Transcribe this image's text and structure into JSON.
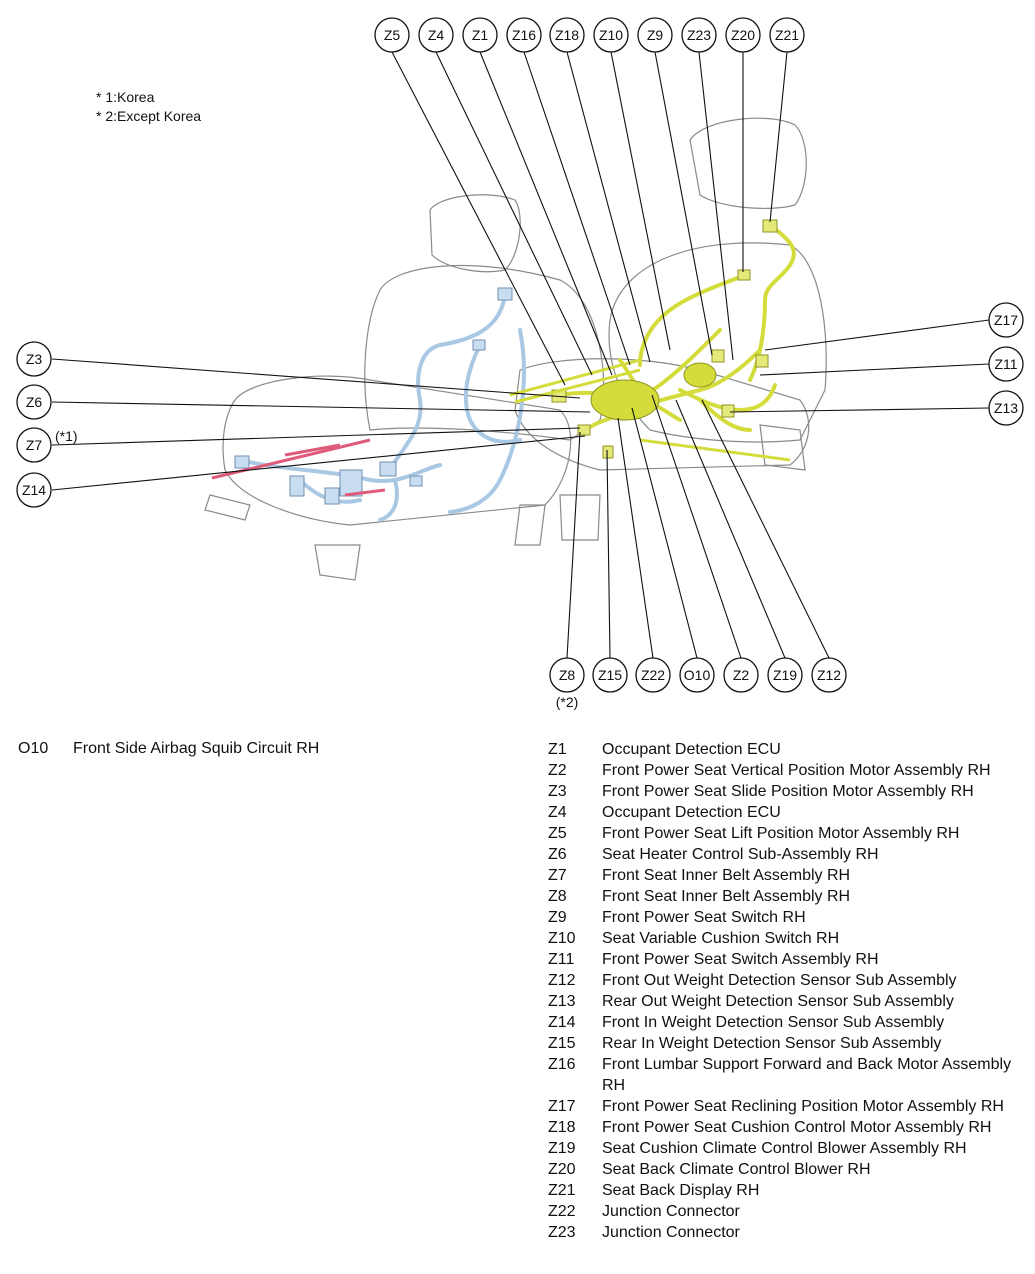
{
  "notes": [
    "* 1:Korea",
    "* 2:Except Korea"
  ],
  "callouts": {
    "Z5": "Z5",
    "Z4": "Z4",
    "Z1": "Z1",
    "Z16": "Z16",
    "Z18": "Z18",
    "Z10": "Z10",
    "Z9": "Z9",
    "Z23": "Z23",
    "Z20": "Z20",
    "Z21": "Z21",
    "Z3": "Z3",
    "Z6": "Z6",
    "Z7": "Z7",
    "Z14": "Z14",
    "Z17": "Z17",
    "Z11": "Z11",
    "Z13": "Z13",
    "Z8": "Z8",
    "Z15": "Z15",
    "Z22": "Z22",
    "O10": "O10",
    "Z2": "Z2",
    "Z19": "Z19",
    "Z12": "Z12"
  },
  "callout_notes": {
    "Z7": "(*1)",
    "Z8": "(*2)"
  },
  "legend_left": [
    {
      "code": "O10",
      "desc": "Front Side Airbag Squib Circuit RH"
    }
  ],
  "legend_right": [
    {
      "code": "Z1",
      "desc": "Occupant Detection ECU"
    },
    {
      "code": "Z2",
      "desc": "Front Power Seat Vertical Position Motor Assembly RH"
    },
    {
      "code": "Z3",
      "desc": "Front Power Seat Slide Position Motor Assembly RH"
    },
    {
      "code": "Z4",
      "desc": "Occupant Detection ECU"
    },
    {
      "code": "Z5",
      "desc": "Front Power Seat Lift Position Motor Assembly RH"
    },
    {
      "code": "Z6",
      "desc": "Seat Heater Control Sub-Assembly RH"
    },
    {
      "code": "Z7",
      "desc": "Front Seat Inner Belt Assembly RH"
    },
    {
      "code": "Z8",
      "desc": "Front Seat Inner Belt Assembly RH"
    },
    {
      "code": "Z9",
      "desc": "Front Power Seat Switch RH"
    },
    {
      "code": "Z10",
      "desc": "Seat Variable Cushion Switch RH"
    },
    {
      "code": "Z11",
      "desc": "Front Power Seat Switch Assembly RH"
    },
    {
      "code": "Z12",
      "desc": "Front Out Weight Detection Sensor Sub Assembly"
    },
    {
      "code": "Z13",
      "desc": "Rear Out Weight Detection Sensor Sub Assembly"
    },
    {
      "code": "Z14",
      "desc": "Front In Weight Detection Sensor Sub Assembly"
    },
    {
      "code": "Z15",
      "desc": "Rear In Weight Detection Sensor Sub Assembly"
    },
    {
      "code": "Z16",
      "desc": "Front Lumbar Support Forward and Back Motor Assembly RH"
    },
    {
      "code": "Z17",
      "desc": "Front Power Seat Reclining Position Motor Assembly RH"
    },
    {
      "code": "Z18",
      "desc": "Front Power Seat Cushion Control Motor Assembly RH"
    },
    {
      "code": "Z19",
      "desc": "Seat Cushion Climate Control Blower Assembly RH"
    },
    {
      "code": "Z20",
      "desc": "Seat Back Climate Control Blower RH"
    },
    {
      "code": "Z21",
      "desc": "Seat Back Display RH"
    },
    {
      "code": "Z22",
      "desc": "Junction Connector"
    },
    {
      "code": "Z23",
      "desc": "Junction Connector"
    }
  ],
  "colors": {
    "harness_yellow": "#d4dc3c",
    "harness_blue": "#a9c8e4",
    "harness_red": "#e05a7a",
    "outline": "#777777",
    "leader": "#111111"
  }
}
